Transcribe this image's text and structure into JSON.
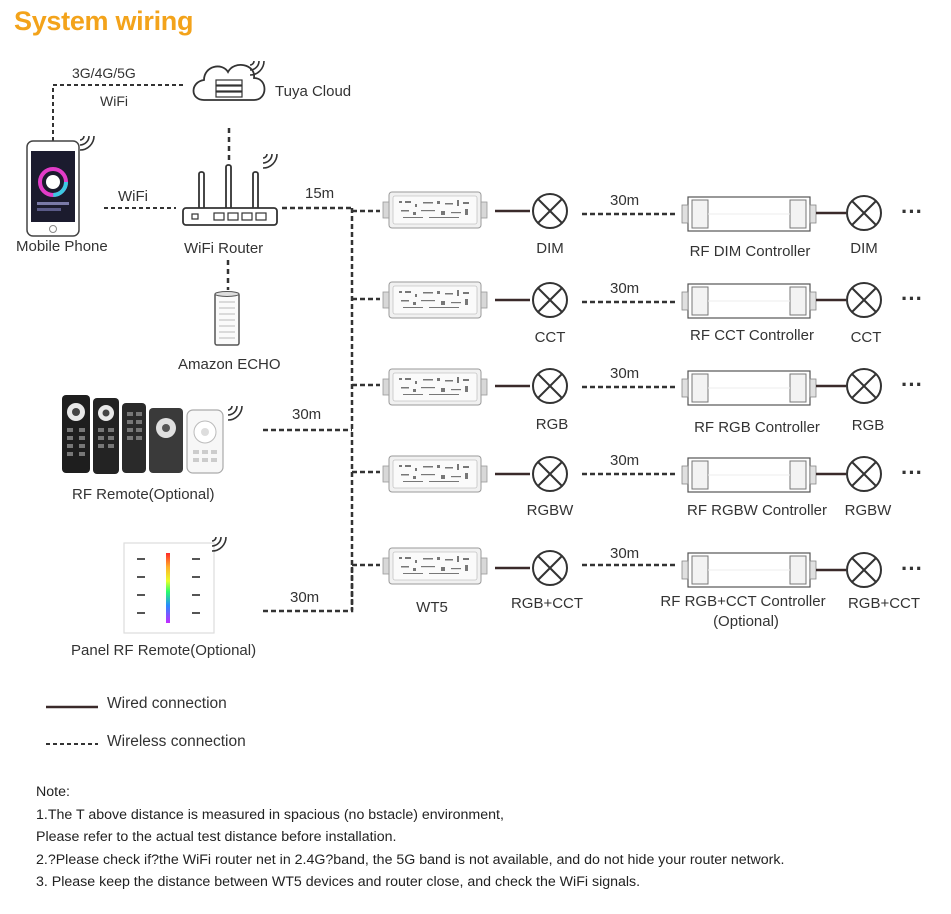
{
  "title": "System wiring",
  "cloud": {
    "label": "Tuya Cloud",
    "link_top": "3G/4G/5G",
    "link_bottom": "WiFi"
  },
  "phone": {
    "label": "Mobile Phone",
    "link": "WiFi"
  },
  "router": {
    "label": "WiFi Router",
    "distance": "15m"
  },
  "echo": {
    "label": "Amazon ECHO"
  },
  "rf_remote": {
    "label": "RF Remote(Optional)",
    "distance": "30m"
  },
  "panel_remote": {
    "label": "Panel RF Remote(Optional)",
    "distance": "30m"
  },
  "wt5_label": "WT5",
  "rows": [
    {
      "load": "DIM",
      "distance": "30m",
      "controller": "RF DIM Controller",
      "load2": "DIM"
    },
    {
      "load": "CCT",
      "distance": "30m",
      "controller": "RF CCT Controller",
      "load2": "CCT"
    },
    {
      "load": "RGB",
      "distance": "30m",
      "controller": "RF RGB Controller",
      "load2": "RGB"
    },
    {
      "load": "RGBW",
      "distance": "30m",
      "controller": "RF RGBW Controller",
      "load2": "RGBW"
    },
    {
      "load": "RGB+CCT",
      "distance": "30m",
      "controller": "RF RGB+CCT Controller",
      "controller_sub": "(Optional)",
      "load2": "RGB+CCT"
    }
  ],
  "ellipsis": "···",
  "legend": {
    "wired": "Wired connection",
    "wireless": "Wireless connection"
  },
  "notes": {
    "heading": "Note:",
    "line1": "1.The T above distance is measured in spacious (no bstacle) environment,",
    "line2": "Please refer to the actual test distance before installation.",
    "line3": "2.?Please check if?the WiFi router net in 2.4G?band, the 5G band is not available, and do not hide your router network.",
    "line4": "3. Please keep the distance between WT5 devices and router close, and check the WiFi signals."
  },
  "colors": {
    "title": "#f3a31b",
    "line": "#333333",
    "wired": "#3a2a2a"
  }
}
